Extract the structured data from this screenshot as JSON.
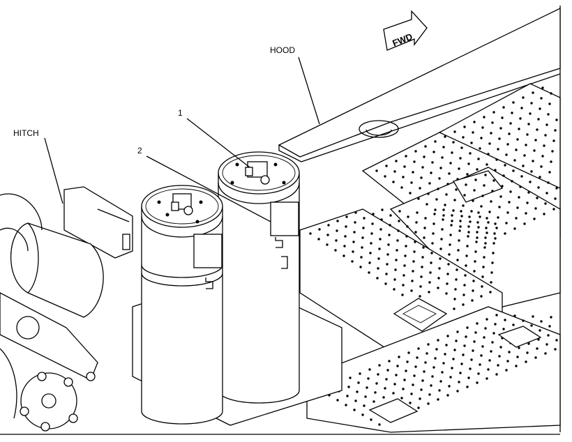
{
  "labels": {
    "hood": "HOOD",
    "hitch": "HITCH",
    "callout_1": "1",
    "callout_2": "2",
    "fwd": "FWD"
  }
}
